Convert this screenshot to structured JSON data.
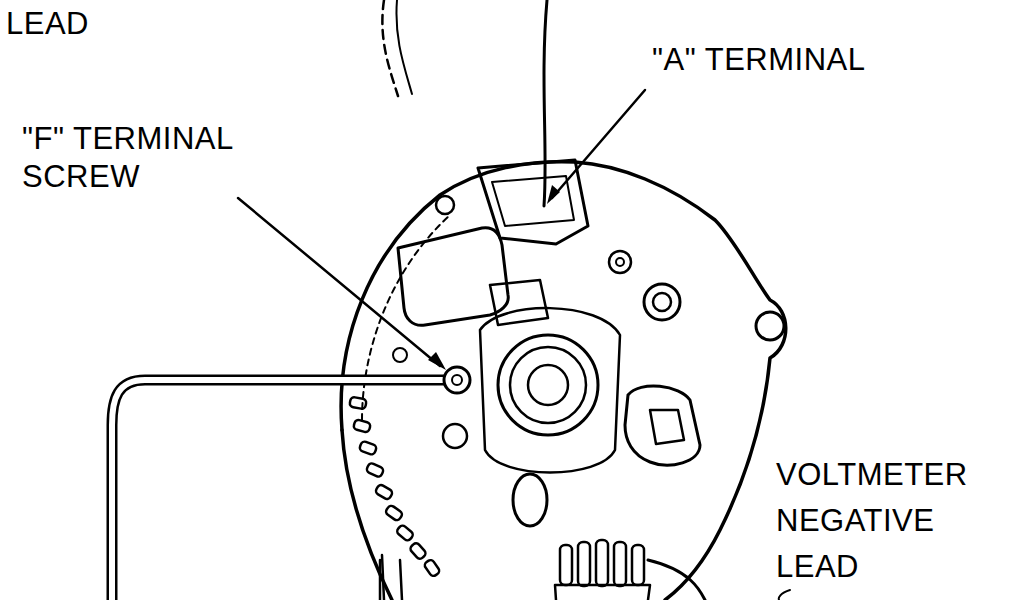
{
  "diagram": {
    "labels": [
      "LEAD",
      "\"A\" TERMINAL",
      "\"F\" TERMINAL SCREW",
      "VOLTMETER NEGATIVE LEAD"
    ]
  }
}
